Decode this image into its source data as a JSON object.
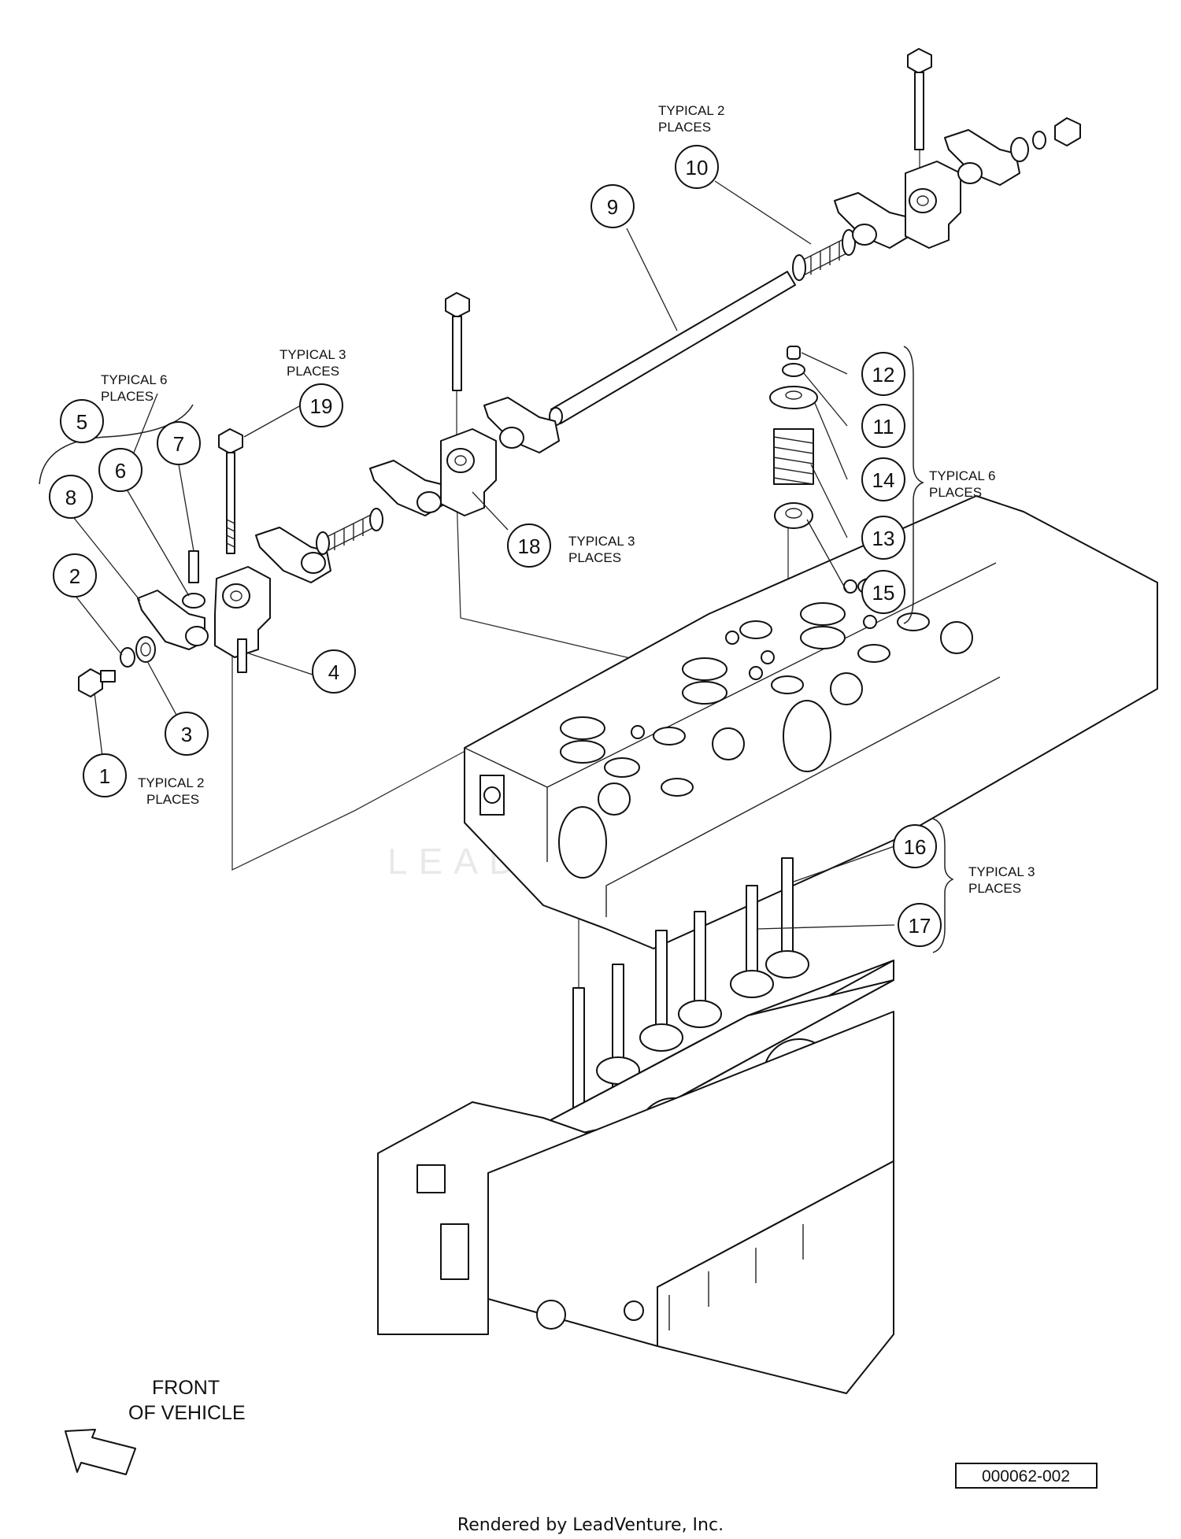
{
  "callouts": [
    {
      "num": "1"
    },
    {
      "num": "2"
    },
    {
      "num": "3"
    },
    {
      "num": "4"
    },
    {
      "num": "5"
    },
    {
      "num": "6"
    },
    {
      "num": "7"
    },
    {
      "num": "8"
    },
    {
      "num": "9"
    },
    {
      "num": "10"
    },
    {
      "num": "11"
    },
    {
      "num": "12"
    },
    {
      "num": "13"
    },
    {
      "num": "14"
    },
    {
      "num": "15"
    },
    {
      "num": "16"
    },
    {
      "num": "17"
    },
    {
      "num": "18"
    },
    {
      "num": "19"
    }
  ],
  "notes": {
    "typical_2": [
      "TYPICAL 2",
      "PLACES"
    ],
    "typical_3": [
      "TYPICAL 3",
      "PLACES"
    ],
    "typical_6": [
      "TYPICAL 6",
      "PLACES"
    ]
  },
  "front_label": [
    "FRONT",
    "OF VEHICLE"
  ],
  "figure_id": "000062-002",
  "watermark": "LEADVENTURE",
  "footer": "Rendered by LeadVenture, Inc."
}
